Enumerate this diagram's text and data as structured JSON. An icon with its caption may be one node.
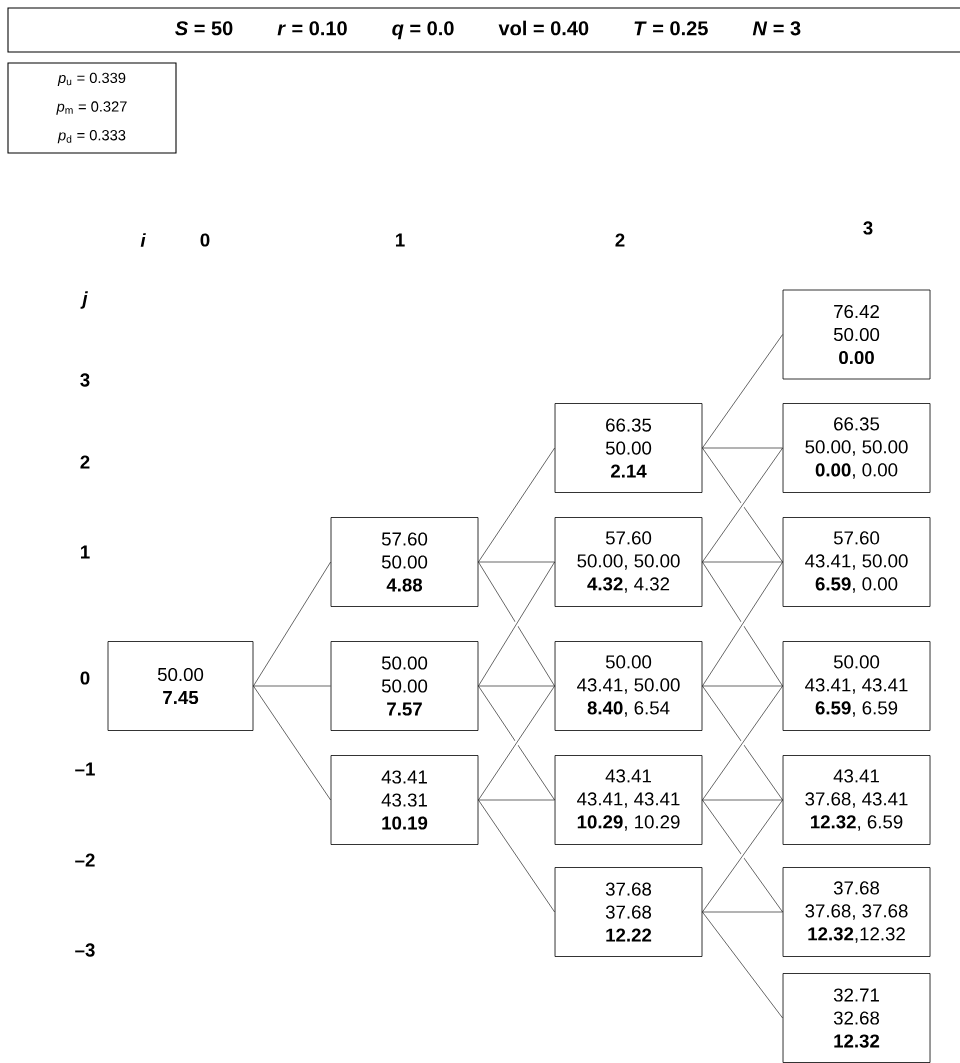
{
  "diagram": {
    "nodes": [
      {
        "text": [
          "*S* = 50",
          "*r* = 0.10",
          "*q* = 0.0",
          "vol = 0.40",
          "*T* = 0.25",
          "*N* = 3"
        ]
      },
      {
        "text": [
          "*p*$_{u}$ = 0.339",
          "*p*$_{m}$ = 0.327",
          "*p*$_{d}$ = 0.333"
        ]
      },
      {
        "text": [
          "76.42",
          "50.00",
          "0.00"
        ]
      },
      {
        "text": [
          "66.35",
          "50.00",
          "2.14"
        ]
      },
      {
        "text": [
          "66.35",
          "50.00, 50.00",
          "**0.00**, 0.00"
        ]
      },
      {
        "text": [
          "57.60",
          "50.00",
          "4.88"
        ]
      },
      {
        "text": [
          "57.60",
          "50.00, 50.00",
          "**4.32**, 4.32"
        ]
      },
      {
        "text": [
          "57.60",
          "43.41, 50.00",
          "**6.59**, 0.00"
        ]
      },
      {
        "text": [
          "50.00",
          "7.45"
        ]
      },
      {
        "text": [
          "50.00",
          "50.00",
          "7.57"
        ]
      },
      {
        "text": [
          "50.00",
          "43.41, 50.00",
          "**8.40**, 6.54"
        ]
      },
      {
        "text": [
          "50.00",
          "43.41, 43.41",
          "**6.59**, 6.59"
        ]
      },
      {
        "text": [
          "43.41",
          "43.31",
          "10.19"
        ]
      },
      {
        "text": [
          "43.41",
          "43.41, 43.41",
          "**10.29**, 10.29"
        ]
      },
      {
        "text": [
          "43.41",
          "37.68, 43.41",
          "**12.32**, 6.59"
        ]
      },
      {
        "text": [
          "37.68",
          "37.68",
          "12.22"
        ]
      },
      {
        "text": [
          "37.68",
          "37.68, 37.68",
          "**12.32**,12.32"
        ]
      },
      {
        "text": [
          "32.71",
          "32.68",
          "12.32"
        ]
      }
    ],
    "edges": [
      {
        "from": 8,
        "to": 5,
        "arrow": "none"
      },
      {
        "from": 8,
        "to": 9,
        "arrow": "none"
      },
      {
        "from": 8,
        "to": 12,
        "arrow": "none"
      },
      {
        "from": 5,
        "to": 3,
        "arrow": "none"
      },
      {
        "from": 5,
        "to": 6,
        "arrow": "none"
      },
      {
        "from": 5,
        "to": 10,
        "arrow": "none"
      },
      {
        "from": 9,
        "to": 6,
        "arrow": "none"
      },
      {
        "from": 9,
        "to": 10,
        "arrow": "none"
      },
      {
        "from": 9,
        "to": 13,
        "arrow": "none"
      },
      {
        "from": 12,
        "to": 10,
        "arrow": "none"
      },
      {
        "from": 12,
        "to": 13,
        "arrow": "none"
      },
      {
        "from": 12,
        "to": 15,
        "arrow": "none"
      },
      {
        "from": 3,
        "to": 2,
        "arrow": "none"
      },
      {
        "from": 3,
        "to": 4,
        "arrow": "none"
      },
      {
        "from": 3,
        "to": 7,
        "arrow": "none"
      },
      {
        "from": 6,
        "to": 4,
        "arrow": "none"
      },
      {
        "from": 6,
        "to": 7,
        "arrow": "none"
      },
      {
        "from": 6,
        "to": 11,
        "arrow": "none"
      },
      {
        "from": 10,
        "to": 7,
        "arrow": "none"
      },
      {
        "from": 10,
        "to": 11,
        "arrow": "none"
      },
      {
        "from": 10,
        "to": 14,
        "arrow": "none"
      },
      {
        "from": 13,
        "to": 11,
        "arrow": "none"
      },
      {
        "from": 13,
        "to": 14,
        "arrow": "none"
      },
      {
        "from": 13,
        "to": 16,
        "arrow": "none"
      },
      {
        "from": 15,
        "to": 14,
        "arrow": "none"
      },
      {
        "from": 15,
        "to": 16,
        "arrow": "none"
      },
      {
        "from": 15,
        "to": 17,
        "arrow": "none"
      }
    ],
    "labels": [
      "i",
      "0",
      "1",
      "2",
      "3",
      "j",
      "3",
      "2",
      "1",
      "0",
      "–1",
      "–2",
      "–3"
    ]
  }
}
